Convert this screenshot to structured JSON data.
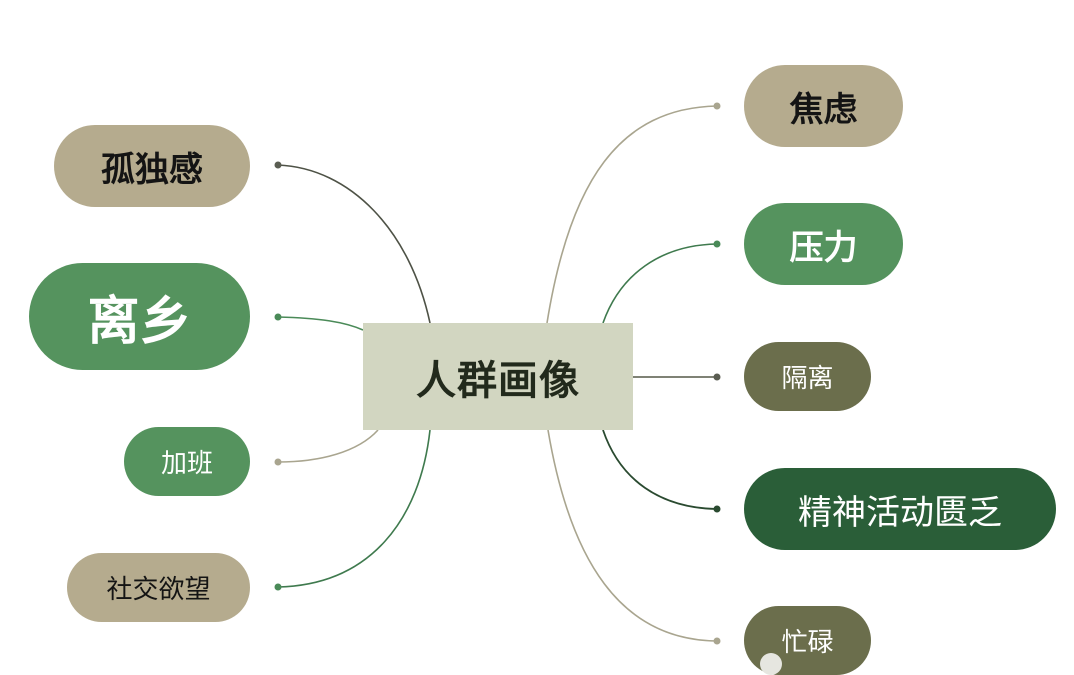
{
  "center": {
    "label": "人群画像",
    "color": "#d2d6c1",
    "text_color": "#222a1c"
  },
  "colors": {
    "tan": "#b5ab8e",
    "green": "#55935e",
    "olive": "#6b6e4c",
    "dark_green": "#2a5e38",
    "link_tan": "#a9a58f",
    "link_green": "#4a8a58",
    "link_dark": "#4e5246",
    "link_dark_green": "#2a4a30"
  },
  "left_nodes": [
    {
      "label": "孤独感",
      "style": "tan"
    },
    {
      "label": "离乡",
      "style": "green"
    },
    {
      "label": "加班",
      "style": "green"
    },
    {
      "label": "社交欲望",
      "style": "tan"
    }
  ],
  "right_nodes": [
    {
      "label": "焦虑",
      "style": "tan"
    },
    {
      "label": "压力",
      "style": "green"
    },
    {
      "label": "隔离",
      "style": "olive"
    },
    {
      "label": "精神活动匮乏",
      "style": "dark_green"
    },
    {
      "label": "忙碌",
      "style": "olive"
    }
  ]
}
